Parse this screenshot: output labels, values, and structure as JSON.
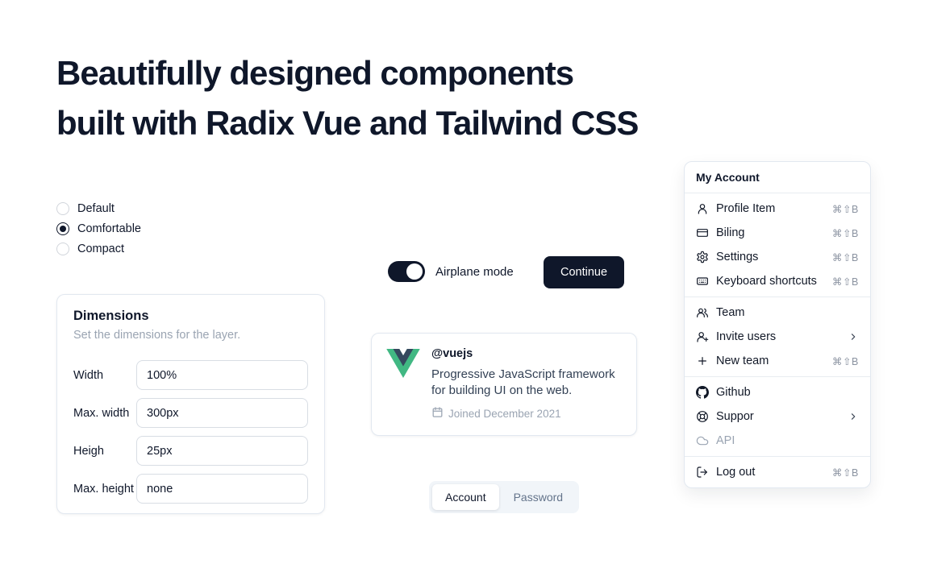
{
  "heading": {
    "line1": "Beautifully designed components",
    "line2": "built with Radix Vue and Tailwind CSS"
  },
  "radio_group": {
    "options": [
      {
        "label": "Default",
        "selected": false
      },
      {
        "label": "Comfortable",
        "selected": true
      },
      {
        "label": "Compact",
        "selected": false
      }
    ]
  },
  "dimensions_card": {
    "title": "Dimensions",
    "subtitle": "Set the dimensions for the layer.",
    "fields": [
      {
        "label": "Width",
        "value": "100%"
      },
      {
        "label": "Max. width",
        "value": "300px"
      },
      {
        "label": "Heigh",
        "value": "25px"
      },
      {
        "label": "Max. height",
        "value": "none"
      }
    ]
  },
  "airplane_mode": {
    "label": "Airplane mode",
    "on": true
  },
  "continue_button": {
    "label": "Continue"
  },
  "profile_card": {
    "handle": "@vuejs",
    "description": "Progressive JavaScript framework for building UI on the web.",
    "joined": "Joined December 2021",
    "logo": "vue-logo"
  },
  "tabs": {
    "items": [
      {
        "label": "Account",
        "active": true
      },
      {
        "label": "Password",
        "active": false
      }
    ]
  },
  "account_menu": {
    "title": "My Account",
    "groups": [
      {
        "items": [
          {
            "label": "Profile Item",
            "icon": "user",
            "shortcut": "⌘⇧B"
          },
          {
            "label": "Biling",
            "icon": "credit-card",
            "shortcut": "⌘⇧B"
          },
          {
            "label": "Settings",
            "icon": "gear",
            "shortcut": "⌘⇧B"
          },
          {
            "label": "Keyboard shortcuts",
            "icon": "keyboard",
            "shortcut": "⌘⇧B"
          }
        ]
      },
      {
        "items": [
          {
            "label": "Team",
            "icon": "users"
          },
          {
            "label": "Invite users",
            "icon": "user-plus",
            "submenu": true
          },
          {
            "label": "New team",
            "icon": "plus",
            "shortcut": "⌘⇧B"
          }
        ]
      },
      {
        "items": [
          {
            "label": "Github",
            "icon": "github"
          },
          {
            "label": "Suppor",
            "icon": "life-buoy",
            "submenu": true
          },
          {
            "label": "API",
            "icon": "cloud",
            "disabled": true
          }
        ]
      },
      {
        "items": [
          {
            "label": "Log out",
            "icon": "log-out",
            "shortcut": "⌘⇧B"
          }
        ]
      }
    ]
  },
  "colors": {
    "accent_dark": "#0f172a",
    "muted": "#94a3b8",
    "border": "#e2e8f0",
    "vue_green": "#41b883",
    "vue_navy": "#34495e"
  }
}
